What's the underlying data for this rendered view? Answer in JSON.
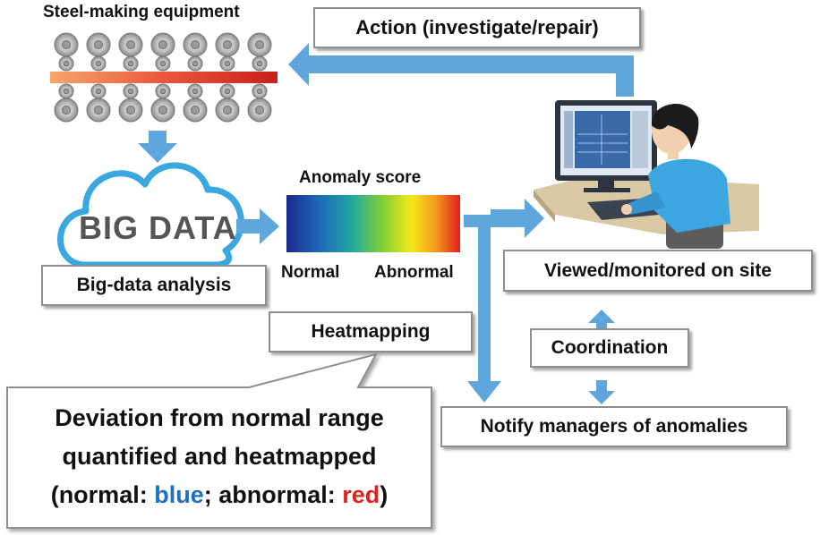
{
  "equipment": {
    "title": "Steel-making equipment"
  },
  "action": {
    "label": "Action (investigate/repair)"
  },
  "bigdata": {
    "logo_text": "BIG DATA",
    "label": "Big-data analysis"
  },
  "anomaly": {
    "title": "Anomaly score",
    "normal": "Normal",
    "abnormal": "Abnormal"
  },
  "heatmapping": {
    "label": "Heatmapping"
  },
  "monitor": {
    "label": "Viewed/monitored on site"
  },
  "coordination": {
    "label": "Coordination"
  },
  "notify": {
    "label": "Notify managers of anomalies"
  },
  "callout": {
    "line1": "Deviation from normal range",
    "line2": "quantified and heatmapped",
    "line3_prefix": "(normal: ",
    "blue_word": "blue",
    "line3_mid": "; abnormal: ",
    "red_word": "red",
    "line3_suffix": ")"
  },
  "colors": {
    "arrow": "#5ea6dc",
    "blue_word": "#1f6fc0",
    "red_word": "#e0201c",
    "cloud": "#3aa7e0"
  }
}
